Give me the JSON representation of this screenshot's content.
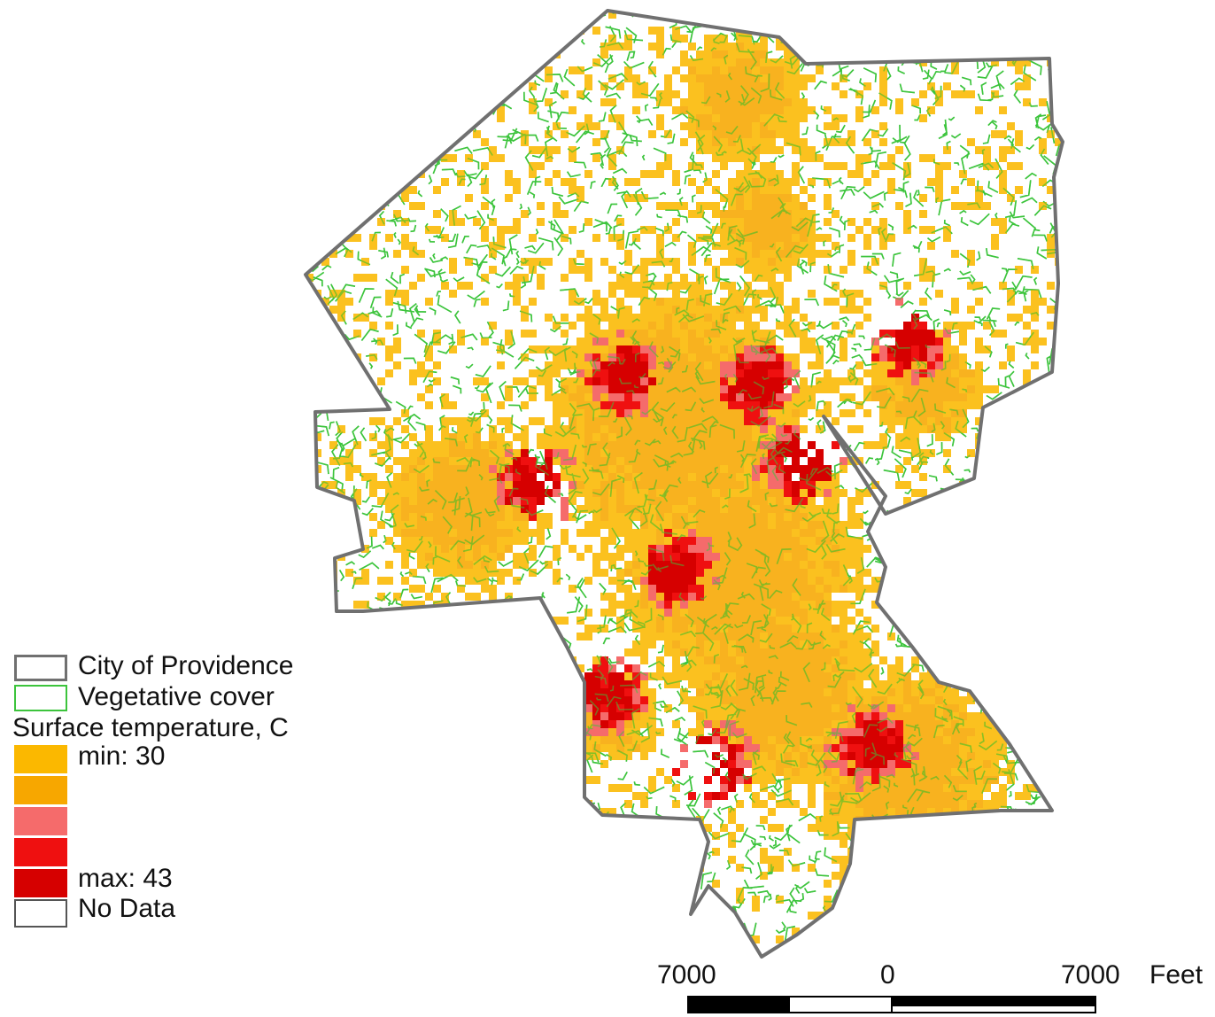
{
  "map": {
    "colors": {
      "boundary": "#707070",
      "vegetation": "#3cc43c",
      "temp_1": "#fbb800",
      "temp_2": "#f7a700",
      "temp_3": "#f56b6b",
      "temp_4": "#ef1010",
      "temp_5": "#d60000",
      "no_data": "#ffffff"
    }
  },
  "legend": {
    "boundary_label": "City of Providence",
    "vegetation_label": "Vegetative cover",
    "temperature_title": "Surface temperature, C",
    "min_label": "min: 30",
    "max_label": "max: 43",
    "no_data_label": "No Data"
  },
  "scale_bar": {
    "left_label": "7000",
    "center_label": "0",
    "right_label": "7000",
    "unit": "Feet"
  }
}
